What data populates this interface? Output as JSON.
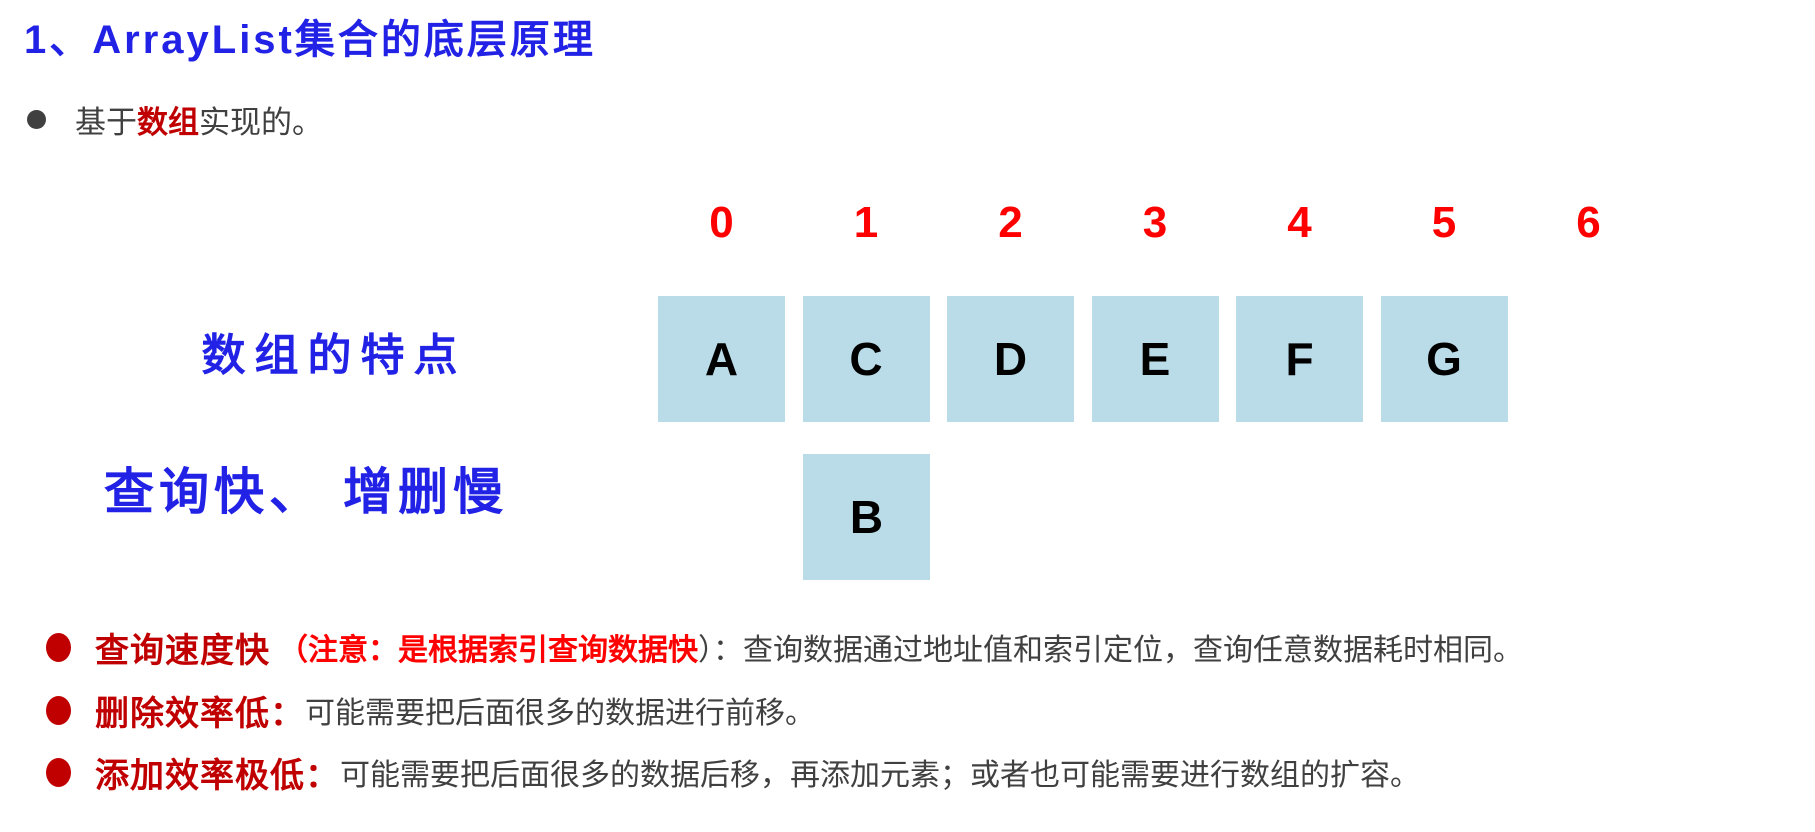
{
  "colors": {
    "blue-ink": "#2222e6",
    "red-index": "#ff0000",
    "dark-red": "#c00000",
    "gray-text": "#404040",
    "cell-bg": "#b9dce8"
  },
  "title": {
    "text": "1、ArrayList集合的底层原理"
  },
  "intro": {
    "prefix": "基于",
    "highlight": "数组",
    "suffix": "实现的。"
  },
  "array_diagram": {
    "indices": [
      "0",
      "1",
      "2",
      "3",
      "4",
      "5",
      "6"
    ],
    "cells": [
      "A",
      "C",
      "D",
      "E",
      "F",
      "G"
    ],
    "inserted_cell": {
      "label": "B",
      "below_index": "1"
    }
  },
  "annotations": {
    "label1": "数组的特点",
    "label2": "查询快、 增删慢"
  },
  "features": [
    {
      "head": "查询速度快",
      "note": "（注意：是根据索引查询数据快",
      "body": "）：查询数据通过地址值和索引定位，查询任意数据耗时相同。"
    },
    {
      "head": "删除效率低：",
      "note": "",
      "body": "可能需要把后面很多的数据进行前移。"
    },
    {
      "head": "添加效率极低：",
      "note": "",
      "body": "可能需要把后面很多的数据后移，再添加元素；或者也可能需要进行数组的扩容。"
    }
  ]
}
